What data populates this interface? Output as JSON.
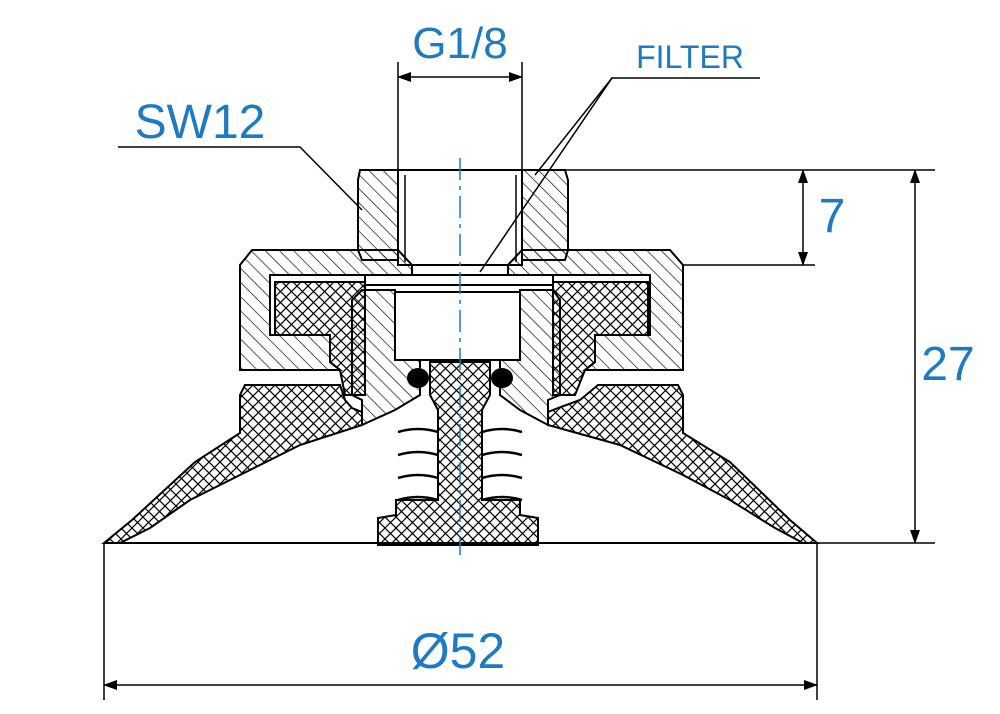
{
  "labels": {
    "thread": "G1/8",
    "filter": "FILTER",
    "wrench": "SW12",
    "depth": "7",
    "height": "27",
    "diameter": "Ø52"
  },
  "colors": {
    "outline": "#000000",
    "dimension_text": "#1e7ac2",
    "centerline": "#1e7ac2",
    "background": "#ffffff"
  }
}
